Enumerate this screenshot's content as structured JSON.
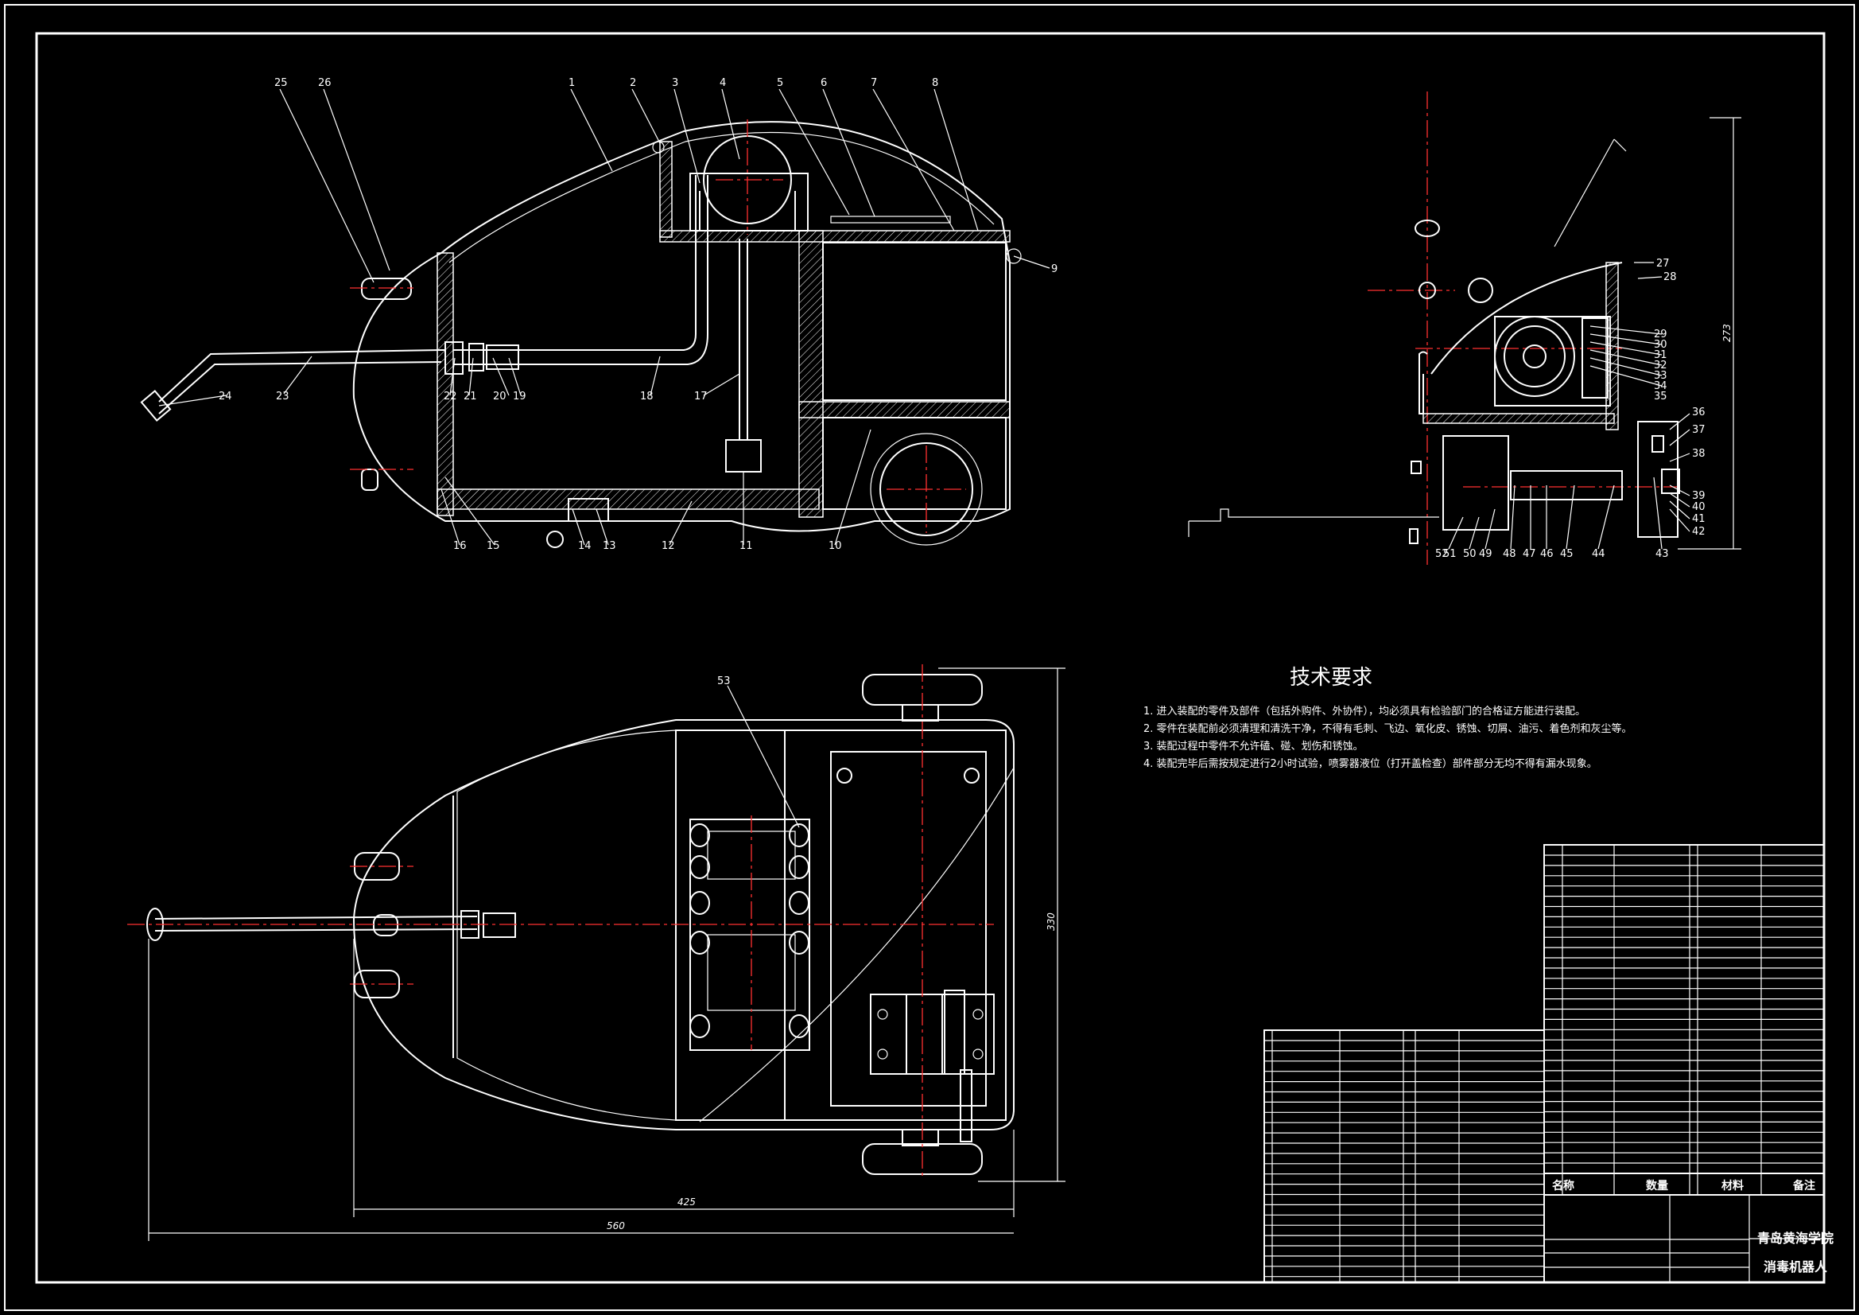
{
  "technical_requirements": {
    "title": "技术要求",
    "items": [
      "1. 进入装配的零件及部件（包括外购件、外协件），均必须具有检验部门的合格证方能进行装配。",
      "2. 零件在装配前必须清理和清洗干净，不得有毛刺、飞边、氧化皮、锈蚀、切屑、油污、着色剂和灰尘等。",
      "3. 装配过程中零件不允许磕、碰、划伤和锈蚀。",
      "4. 装配完毕后需按规定进行2小时试验，喷雾器液位（打开盖检查）部件部分无均不得有漏水现象。"
    ]
  },
  "title_block": {
    "school": "青岛黄海学院",
    "drawing_name": "消毒机器人",
    "header_name": "名称",
    "header_qty": "数量",
    "header_material": "材料",
    "header_note": "备注"
  },
  "dimensions": {
    "side_height": "273",
    "top_height": "330",
    "top_width_inner": "425",
    "top_width_total": "560"
  },
  "callouts_main": [
    "25",
    "26",
    "1",
    "2",
    "3",
    "4",
    "5",
    "6",
    "7",
    "8",
    "9",
    "24",
    "23",
    "22",
    "21",
    "20",
    "19",
    "18",
    "17",
    "16",
    "15",
    "14",
    "13",
    "12",
    "11",
    "10"
  ],
  "callouts_side": [
    "27",
    "28",
    "29",
    "30",
    "31",
    "32",
    "33",
    "34",
    "35",
    "36",
    "37",
    "38",
    "39",
    "40",
    "41",
    "42",
    "43",
    "44",
    "45",
    "46",
    "47",
    "48",
    "49",
    "50",
    "51",
    "52"
  ],
  "callouts_top": [
    "53"
  ],
  "colors": {
    "background": "#000000",
    "line": "#ffffff",
    "centerline": "#ff3030"
  }
}
